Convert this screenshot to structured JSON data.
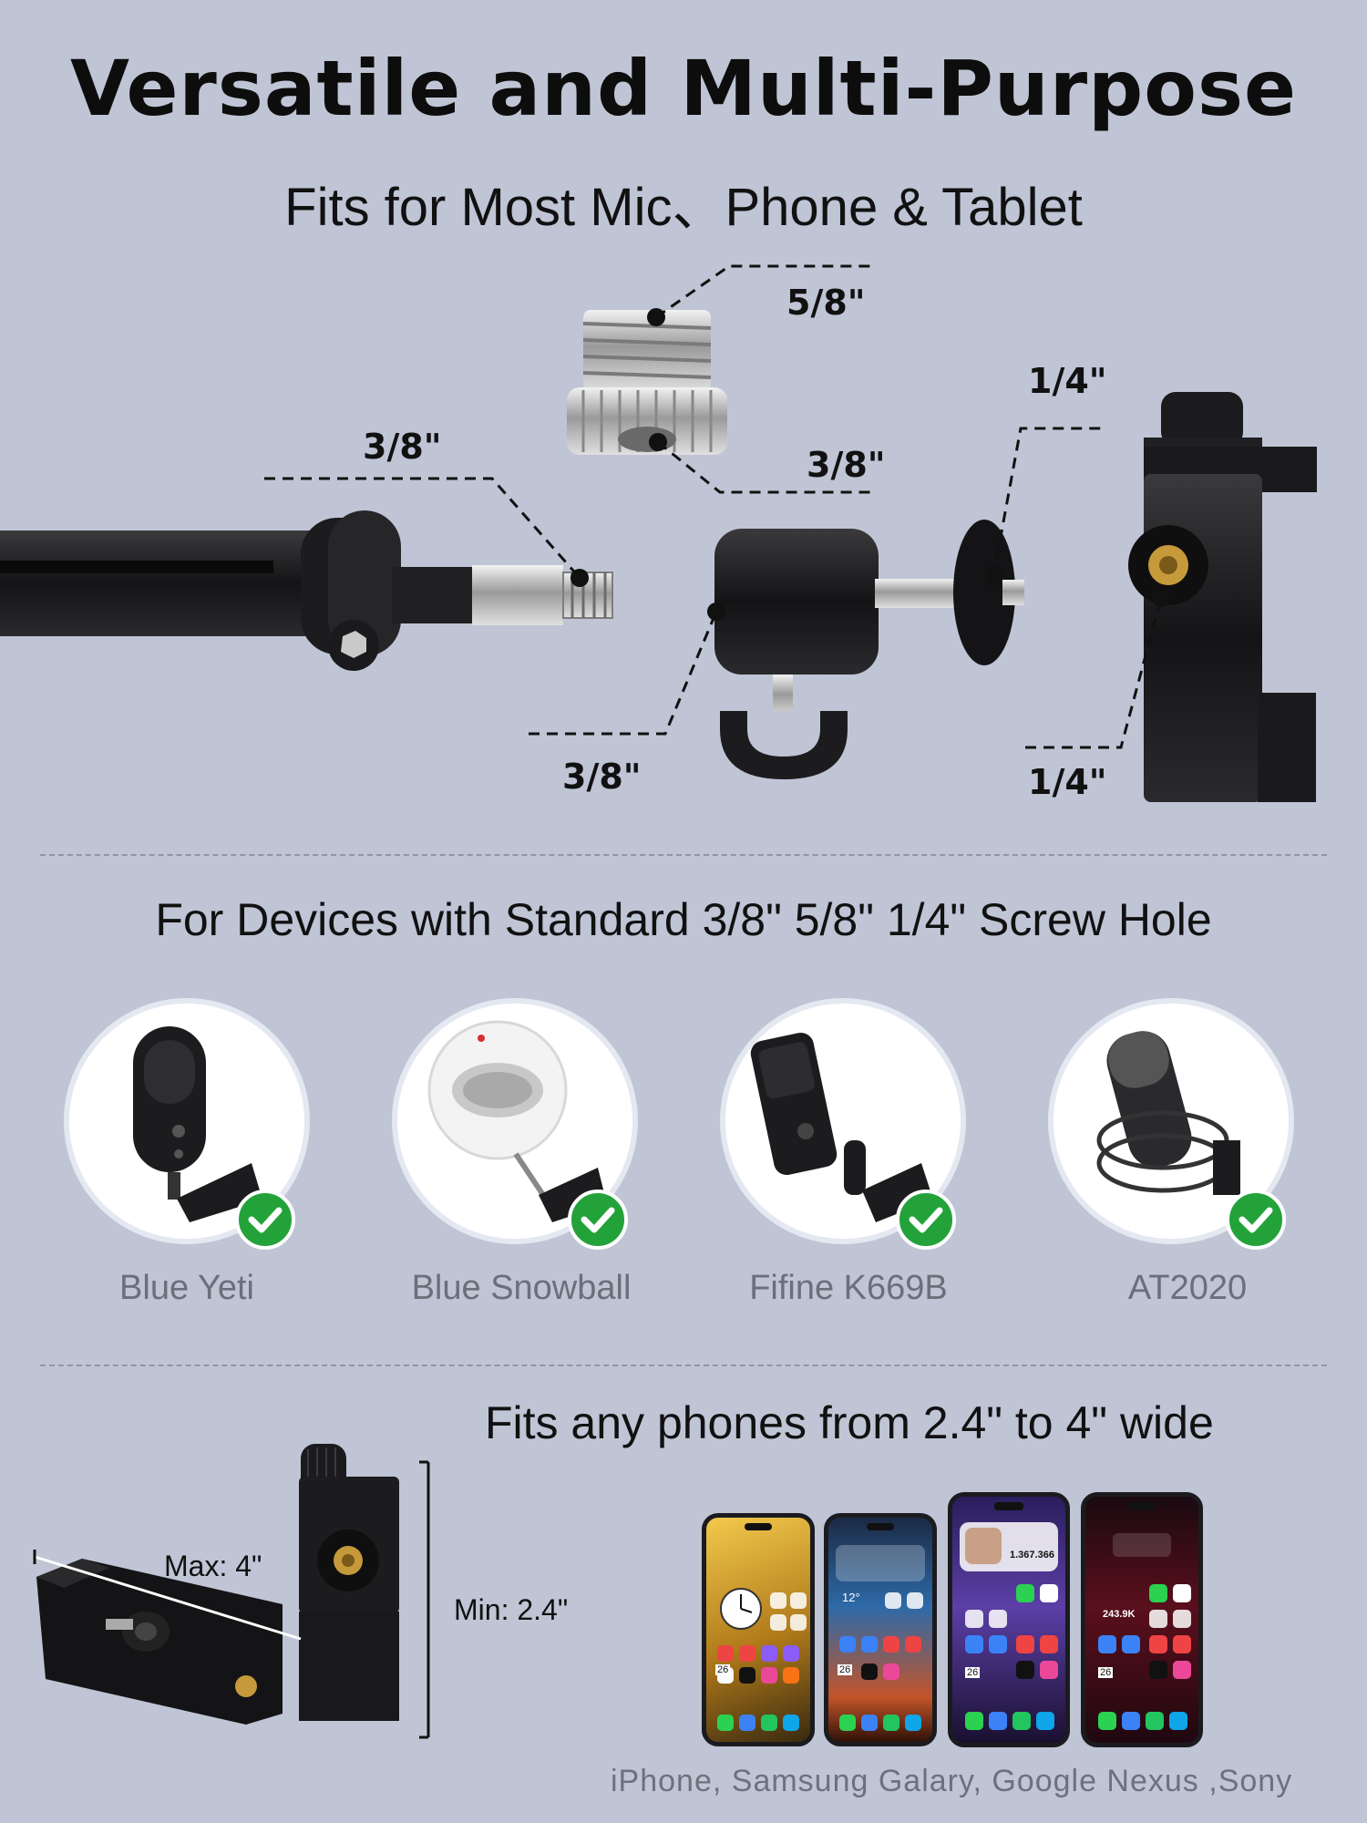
{
  "header": {
    "title": "Versatile and Multi-Purpose",
    "subtitle": "Fits for Most Mic、Phone & Tablet"
  },
  "adapters": {
    "labels": {
      "adapter_top": "5/8\"",
      "adapter_bottom": "3/8\"",
      "arm_screw": "3/8\"",
      "ball_head_bottom": "3/8\"",
      "ball_head_top": "1/4\"",
      "clip_mount": "1/4\""
    }
  },
  "devices": {
    "title": "For Devices with Standard 3/8\" 5/8\" 1/4\" Screw Hole",
    "mics": [
      {
        "name": "Blue Yeti"
      },
      {
        "name": "Blue Snowball"
      },
      {
        "name": "Fifine K669B"
      },
      {
        "name": "AT2020"
      }
    ]
  },
  "phones": {
    "title": "Fits any phones from 2.4\" to 4\" wide",
    "max_label": "Max: 4\"",
    "min_label": "Min: 2.4\"",
    "caption": "iPhone, Samsung Galary, Google Nexus ,Sony",
    "screen_texts": [
      "1.367.366",
      "243.9K",
      "12°",
      "26",
      "26",
      "26",
      "26"
    ]
  },
  "colors": {
    "background": "#bfc5d5",
    "check_green": "#23a23a",
    "label_grey": "#6a6f7a"
  }
}
